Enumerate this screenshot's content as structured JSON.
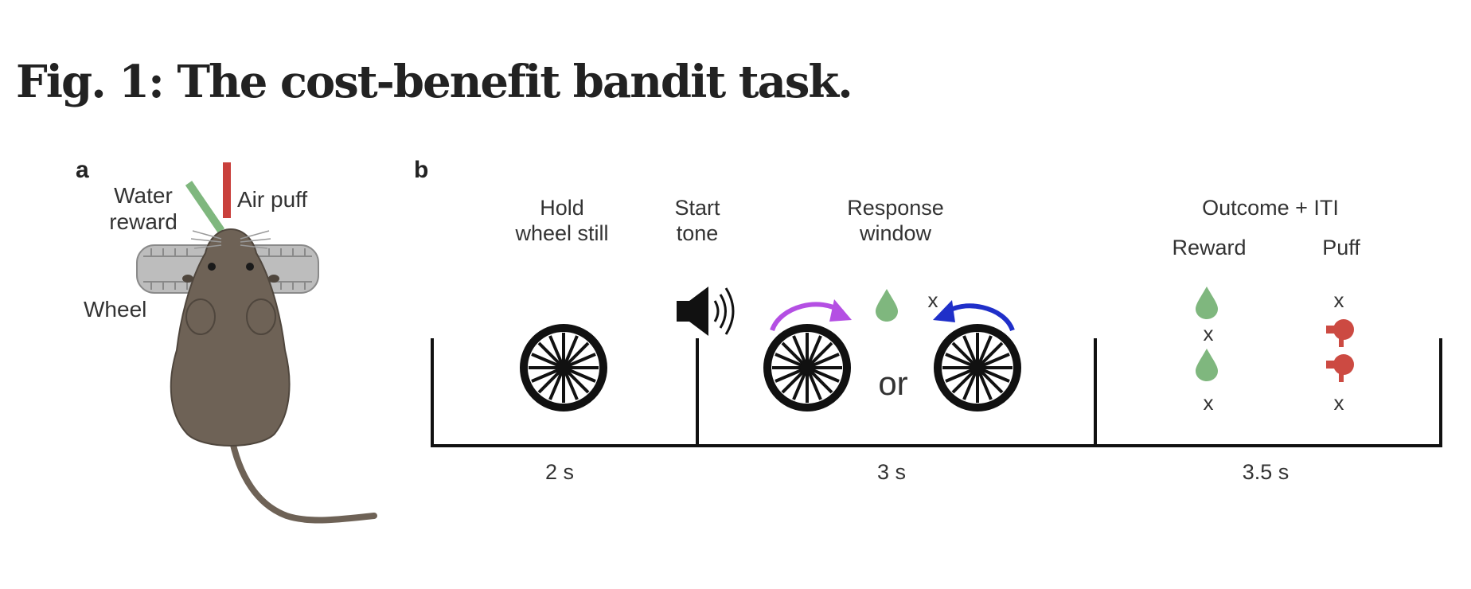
{
  "figure_title": "Fig. 1: The cost-benefit bandit task.",
  "panel_a": {
    "letter": "a",
    "water_line1": "Water",
    "water_line2": "reward",
    "air_puff": "Air puff",
    "wheel": "Wheel"
  },
  "panel_b": {
    "letter": "b",
    "hold_line1": "Hold",
    "hold_line2": "wheel still",
    "start_line1": "Start",
    "start_line2": "tone",
    "response_line1": "Response",
    "response_line2": "window",
    "outcome": "Outcome + ITI",
    "reward": "Reward",
    "puff": "Puff",
    "or": "or",
    "x_mark": "x",
    "durations": [
      "2 s",
      "3 s",
      "3.5 s"
    ]
  },
  "colors": {
    "water": "#7fb77e",
    "airpuff": "#c9403c",
    "mouse": "#6e6256",
    "purple_arrow": "#b44fe3",
    "blue_arrow": "#1f2fc9",
    "drop": "#7fb77e",
    "puff_icon": "#cc4a42"
  },
  "icons": [
    "speaker-icon",
    "wheel-icon",
    "water-drop-icon",
    "air-puff-icon",
    "clockwise-arrow-icon",
    "counterclockwise-arrow-icon"
  ]
}
